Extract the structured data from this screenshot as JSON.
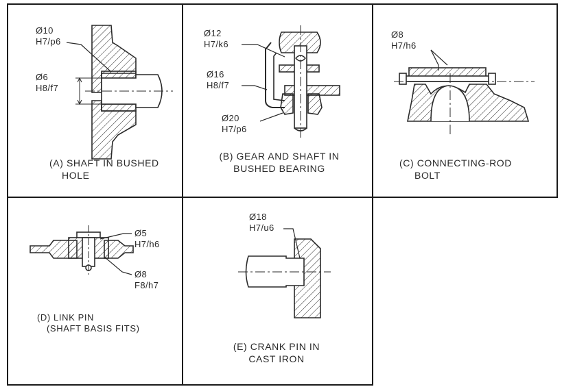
{
  "panels": [
    {
      "id": "A",
      "caption": [
        "(A) SHAFT IN BUSHED",
        "HOLE"
      ],
      "fits": [
        {
          "dia": "Ø10",
          "tol": "H7/p6"
        },
        {
          "dia": "Ø6",
          "tol": "H8/f7"
        }
      ]
    },
    {
      "id": "B",
      "caption": [
        "(B) GEAR AND SHAFT IN",
        "BUSHED BEARING"
      ],
      "fits": [
        {
          "dia": "Ø12",
          "tol": "H7/k6"
        },
        {
          "dia": "Ø16",
          "tol": "H8/f7"
        },
        {
          "dia": "Ø20",
          "tol": "H7/p6"
        }
      ]
    },
    {
      "id": "C",
      "caption": [
        "(C) CONNECTING-ROD",
        "BOLT"
      ],
      "fits": [
        {
          "dia": "Ø8",
          "tol": "H7/h6"
        }
      ]
    },
    {
      "id": "D",
      "caption": [
        "(D) LINK PIN",
        "(SHAFT BASIS FITS)"
      ],
      "fits": [
        {
          "dia": "Ø5",
          "tol": "H7/h6"
        },
        {
          "dia": "Ø8",
          "tol": "F8/h7"
        }
      ]
    },
    {
      "id": "E",
      "caption": [
        "(E) CRANK PIN IN",
        "CAST IRON"
      ],
      "fits": [
        {
          "dia": "Ø18",
          "tol": "H7/u6"
        }
      ]
    }
  ],
  "colors": {
    "line": "#2a2a2a",
    "border": "#1a1a1a",
    "background": "#ffffff"
  }
}
